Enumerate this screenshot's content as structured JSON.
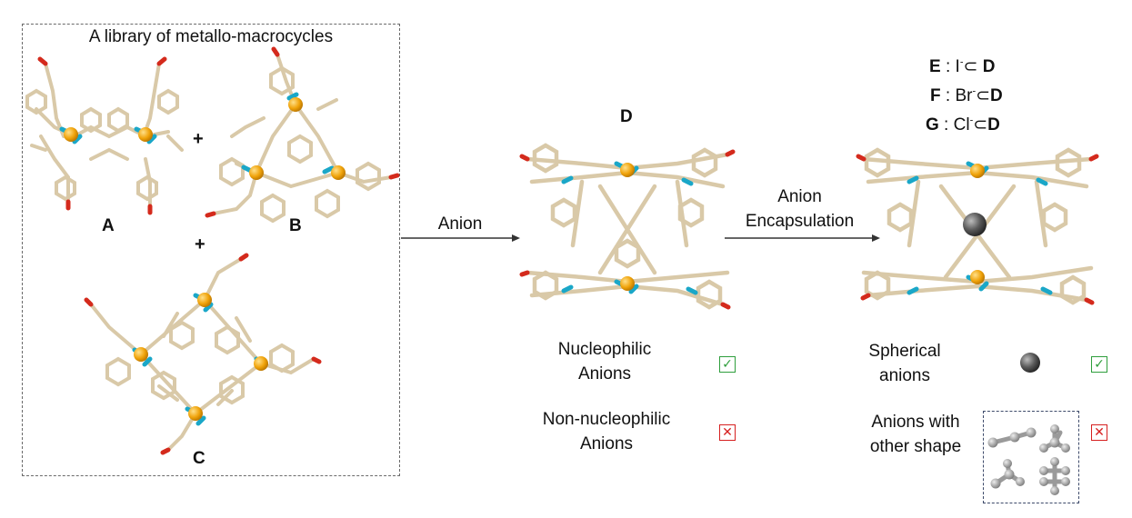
{
  "library": {
    "title": "A library of metallo-macrocycles",
    "labels": {
      "a": "A",
      "b": "B",
      "c": "C"
    },
    "plus": "+"
  },
  "center": {
    "title": "D"
  },
  "arrows": {
    "first": "Anion",
    "second_line1": "Anion",
    "second_line2": "Encapsulation"
  },
  "formulas": [
    {
      "letter": "E",
      "anion": "I",
      "host": "D"
    },
    {
      "letter": "F",
      "anion": "Br",
      "host": "D"
    },
    {
      "letter": "G",
      "anion": "Cl",
      "host": "D"
    }
  ],
  "formula_symbols": {
    "sep": " : ",
    "charge": "-",
    "subset": "⊂"
  },
  "conditions": {
    "nucleophilic_l1": "Nucleophilic",
    "nucleophilic_l2": "Anions",
    "non_nucleophilic_l1": "Non-nucleophilic",
    "non_nucleophilic_l2": "Anions",
    "spherical_l1": "Spherical",
    "spherical_l2": "anions",
    "other_l1": "Anions with",
    "other_l2": "other shape"
  },
  "marks": {
    "check": "✓",
    "cross": "✕"
  },
  "colors": {
    "framework": "#d9c9a8",
    "metal": "#f0a30a",
    "nitrogen": "#1aa7c8",
    "oxygen": "#d42a1c",
    "anion_sphere": "#555555",
    "check": "#2e9e3c",
    "cross": "#d62020"
  }
}
